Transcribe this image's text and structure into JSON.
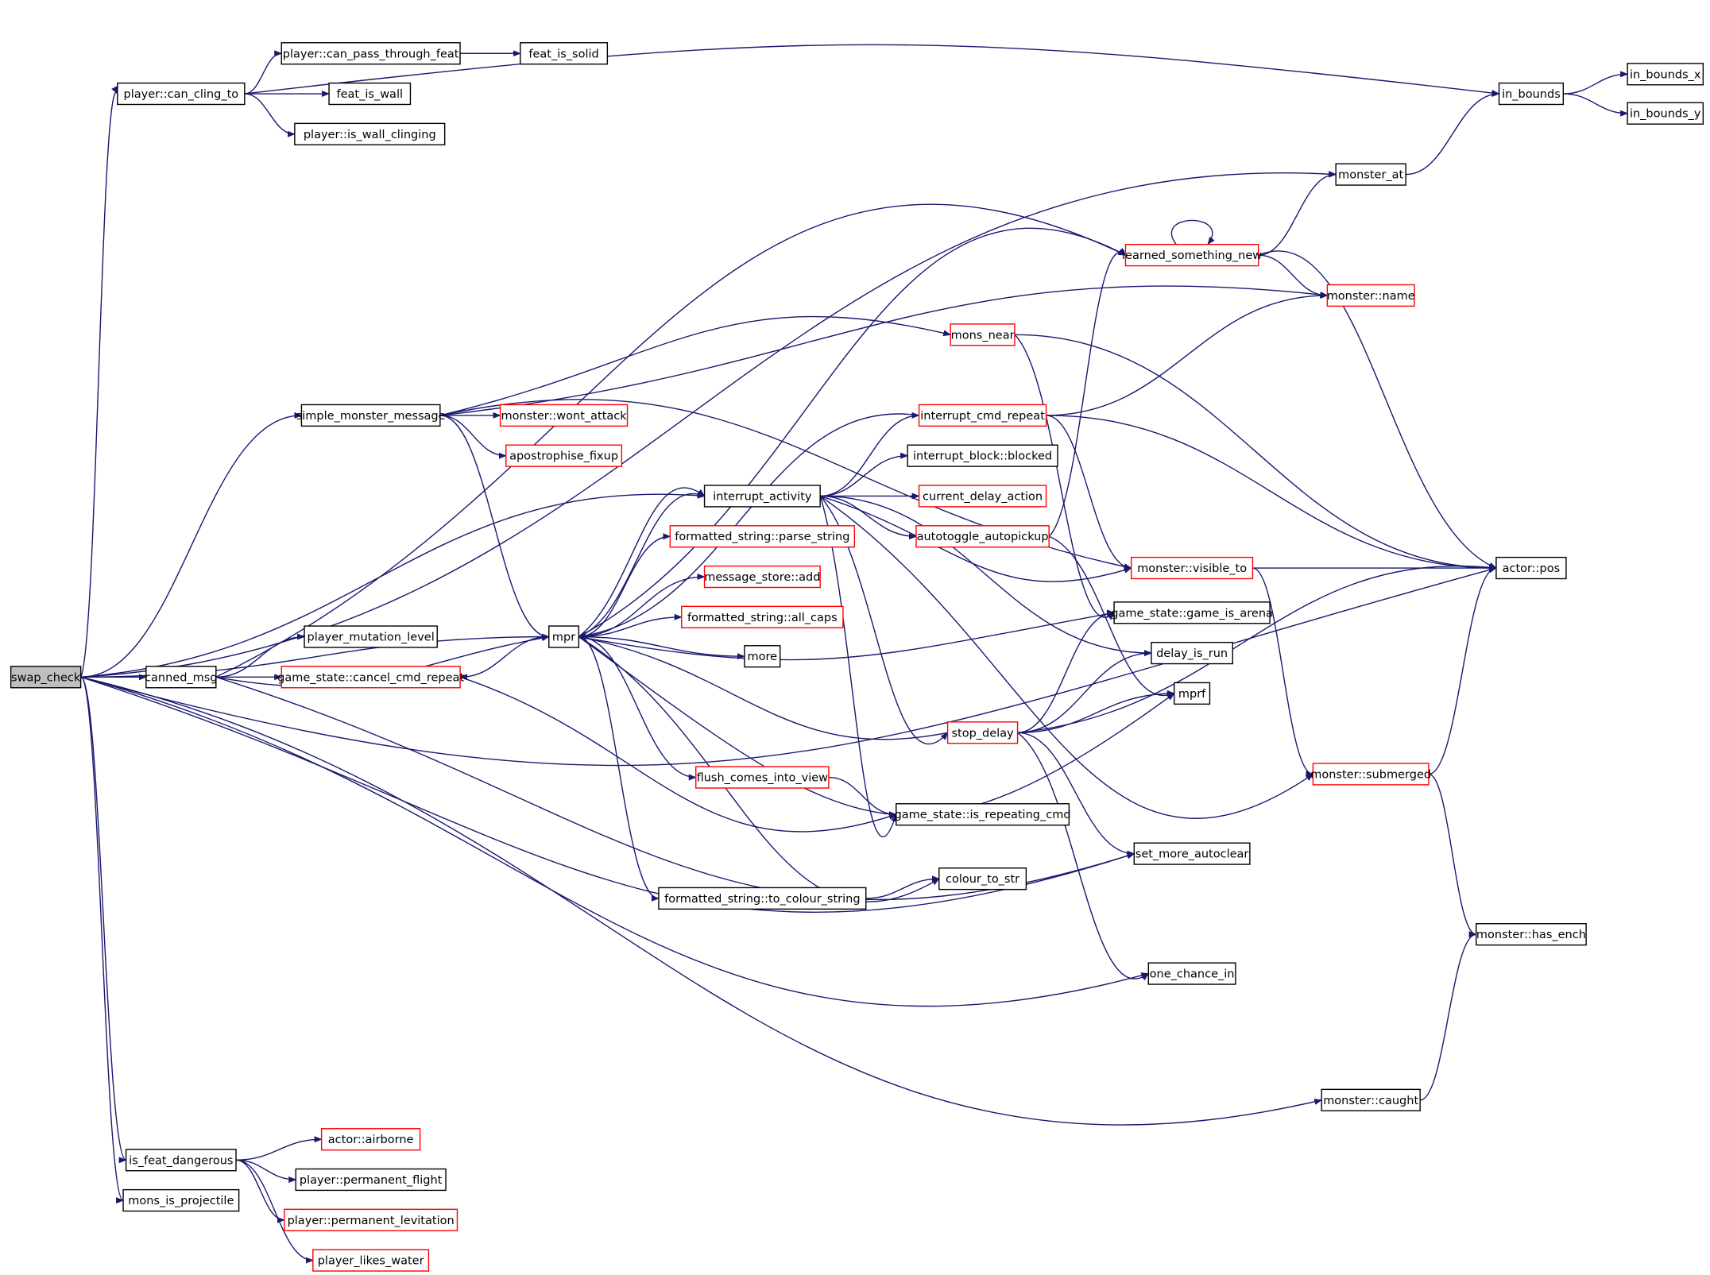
{
  "graph": {
    "root": "swap_check",
    "colors": {
      "edge": "#191970",
      "incomplete_border": "#ff0000",
      "node_border": "#000000",
      "root_fill": "#bfbfbf"
    },
    "nodes": [
      {
        "id": "swap_check",
        "label": "swap_check",
        "style": "root"
      },
      {
        "id": "player_can_cling_to",
        "label": "player::can_cling_to",
        "style": "normal"
      },
      {
        "id": "player_can_pass_through_feat",
        "label": "player::can_pass_through_feat",
        "style": "normal"
      },
      {
        "id": "feat_is_solid",
        "label": "feat_is_solid",
        "style": "normal"
      },
      {
        "id": "feat_is_wall",
        "label": "feat_is_wall",
        "style": "normal"
      },
      {
        "id": "player_is_wall_clinging",
        "label": "player::is_wall_clinging",
        "style": "normal"
      },
      {
        "id": "in_bounds",
        "label": "in_bounds",
        "style": "normal"
      },
      {
        "id": "in_bounds_x",
        "label": "in_bounds_x",
        "style": "normal"
      },
      {
        "id": "in_bounds_y",
        "label": "in_bounds_y",
        "style": "normal"
      },
      {
        "id": "monster_at",
        "label": "monster_at",
        "style": "normal"
      },
      {
        "id": "learned_something_new",
        "label": "learned_something_new",
        "style": "red"
      },
      {
        "id": "monster_name",
        "label": "monster::name",
        "style": "red"
      },
      {
        "id": "mons_near",
        "label": "mons_near",
        "style": "red"
      },
      {
        "id": "simple_monster_message",
        "label": "simple_monster_message",
        "style": "normal"
      },
      {
        "id": "monster_wont_attack",
        "label": "monster::wont_attack",
        "style": "red"
      },
      {
        "id": "apostrophise_fixup",
        "label": "apostrophise_fixup",
        "style": "red"
      },
      {
        "id": "interrupt_cmd_repeat",
        "label": "interrupt_cmd_repeat",
        "style": "red"
      },
      {
        "id": "interrupt_block_blocked",
        "label": "interrupt_block::blocked",
        "style": "normal"
      },
      {
        "id": "interrupt_activity",
        "label": "interrupt_activity",
        "style": "normal"
      },
      {
        "id": "current_delay_action",
        "label": "current_delay_action",
        "style": "red"
      },
      {
        "id": "autotoggle_autopickup",
        "label": "autotoggle_autopickup",
        "style": "red"
      },
      {
        "id": "formatted_string_parse_string",
        "label": "formatted_string::parse_string",
        "style": "red"
      },
      {
        "id": "message_store_add",
        "label": "message_store::add",
        "style": "red"
      },
      {
        "id": "monster_visible_to",
        "label": "monster::visible_to",
        "style": "red"
      },
      {
        "id": "actor_pos",
        "label": "actor::pos",
        "style": "normal"
      },
      {
        "id": "formatted_string_all_caps",
        "label": "formatted_string::all_caps",
        "style": "red"
      },
      {
        "id": "game_state_game_is_arena",
        "label": "game_state::game_is_arena",
        "style": "normal"
      },
      {
        "id": "mpr",
        "label": "mpr",
        "style": "normal"
      },
      {
        "id": "player_mutation_level",
        "label": "player_mutation_level",
        "style": "normal"
      },
      {
        "id": "delay_is_run",
        "label": "delay_is_run",
        "style": "normal"
      },
      {
        "id": "more",
        "label": "more",
        "style": "normal"
      },
      {
        "id": "canned_msg",
        "label": "canned_msg",
        "style": "normal"
      },
      {
        "id": "game_state_cancel_cmd_repeat",
        "label": "game_state::cancel_cmd_repeat",
        "style": "red"
      },
      {
        "id": "mprf",
        "label": "mprf",
        "style": "normal"
      },
      {
        "id": "stop_delay",
        "label": "stop_delay",
        "style": "red"
      },
      {
        "id": "flush_comes_into_view",
        "label": "flush_comes_into_view",
        "style": "red"
      },
      {
        "id": "monster_submerged",
        "label": "monster::submerged",
        "style": "red"
      },
      {
        "id": "game_state_is_repeating_cmd",
        "label": "game_state::is_repeating_cmd",
        "style": "normal"
      },
      {
        "id": "set_more_autoclear",
        "label": "set_more_autoclear",
        "style": "normal"
      },
      {
        "id": "colour_to_str",
        "label": "colour_to_str",
        "style": "normal"
      },
      {
        "id": "formatted_string_to_colour_string",
        "label": "formatted_string::to_colour_string",
        "style": "normal"
      },
      {
        "id": "monster_has_ench",
        "label": "monster::has_ench",
        "style": "normal"
      },
      {
        "id": "one_chance_in",
        "label": "one_chance_in",
        "style": "normal"
      },
      {
        "id": "monster_caught",
        "label": "monster::caught",
        "style": "normal"
      },
      {
        "id": "is_feat_dangerous",
        "label": "is_feat_dangerous",
        "style": "normal"
      },
      {
        "id": "actor_airborne",
        "label": "actor::airborne",
        "style": "red"
      },
      {
        "id": "player_permanent_flight",
        "label": "player::permanent_flight",
        "style": "normal"
      },
      {
        "id": "mons_is_projectile",
        "label": "mons_is_projectile",
        "style": "normal"
      },
      {
        "id": "player_permanent_levitation",
        "label": "player::permanent_levitation",
        "style": "red"
      },
      {
        "id": "player_likes_water",
        "label": "player_likes_water",
        "style": "red"
      }
    ],
    "edges": [
      [
        "swap_check",
        "player_can_cling_to"
      ],
      [
        "swap_check",
        "monster_at"
      ],
      [
        "swap_check",
        "simple_monster_message"
      ],
      [
        "swap_check",
        "interrupt_activity"
      ],
      [
        "swap_check",
        "mpr"
      ],
      [
        "swap_check",
        "canned_msg"
      ],
      [
        "swap_check",
        "set_more_autoclear"
      ],
      [
        "swap_check",
        "one_chance_in"
      ],
      [
        "swap_check",
        "actor_pos"
      ],
      [
        "swap_check",
        "monster_caught"
      ],
      [
        "swap_check",
        "is_feat_dangerous"
      ],
      [
        "swap_check",
        "mons_is_projectile"
      ],
      [
        "player_can_cling_to",
        "player_can_pass_through_feat"
      ],
      [
        "player_can_cling_to",
        "feat_is_wall"
      ],
      [
        "player_can_cling_to",
        "player_is_wall_clinging"
      ],
      [
        "player_can_cling_to",
        "in_bounds"
      ],
      [
        "player_can_pass_through_feat",
        "feat_is_solid"
      ],
      [
        "in_bounds",
        "in_bounds_x"
      ],
      [
        "in_bounds",
        "in_bounds_y"
      ],
      [
        "monster_at",
        "in_bounds"
      ],
      [
        "learned_something_new",
        "monster_at"
      ],
      [
        "learned_something_new",
        "monster_name"
      ],
      [
        "learned_something_new",
        "actor_pos"
      ],
      [
        "learned_something_new",
        "learned_something_new"
      ],
      [
        "simple_monster_message",
        "mons_near"
      ],
      [
        "simple_monster_message",
        "monster_name"
      ],
      [
        "simple_monster_message",
        "monster_wont_attack"
      ],
      [
        "simple_monster_message",
        "apostrophise_fixup"
      ],
      [
        "simple_monster_message",
        "monster_visible_to"
      ],
      [
        "simple_monster_message",
        "mpr"
      ],
      [
        "mons_near",
        "actor_pos"
      ],
      [
        "mons_near",
        "game_state_game_is_arena"
      ],
      [
        "interrupt_cmd_repeat",
        "monster_name"
      ],
      [
        "interrupt_cmd_repeat",
        "actor_pos"
      ],
      [
        "interrupt_cmd_repeat",
        "monster_visible_to"
      ],
      [
        "interrupt_cmd_repeat",
        "mpr"
      ],
      [
        "interrupt_activity",
        "interrupt_cmd_repeat"
      ],
      [
        "interrupt_activity",
        "interrupt_block_blocked"
      ],
      [
        "interrupt_activity",
        "current_delay_action"
      ],
      [
        "interrupt_activity",
        "autotoggle_autopickup"
      ],
      [
        "interrupt_activity",
        "monster_visible_to"
      ],
      [
        "interrupt_activity",
        "delay_is_run"
      ],
      [
        "interrupt_activity",
        "stop_delay"
      ],
      [
        "interrupt_activity",
        "monster_submerged"
      ],
      [
        "interrupt_activity",
        "game_state_is_repeating_cmd"
      ],
      [
        "interrupt_activity",
        "mpr"
      ],
      [
        "autotoggle_autopickup",
        "learned_something_new"
      ],
      [
        "autotoggle_autopickup",
        "mprf"
      ],
      [
        "monster_visible_to",
        "actor_pos"
      ],
      [
        "monster_visible_to",
        "monster_submerged"
      ],
      [
        "mpr",
        "learned_something_new"
      ],
      [
        "mpr",
        "interrupt_activity"
      ],
      [
        "mpr",
        "formatted_string_parse_string"
      ],
      [
        "mpr",
        "message_store_add"
      ],
      [
        "mpr",
        "formatted_string_all_caps"
      ],
      [
        "mpr",
        "more"
      ],
      [
        "mpr",
        "game_state_game_is_arena"
      ],
      [
        "mpr",
        "game_state_cancel_cmd_repeat"
      ],
      [
        "mpr",
        "flush_comes_into_view"
      ],
      [
        "mpr",
        "formatted_string_to_colour_string"
      ],
      [
        "mpr",
        "colour_to_str"
      ],
      [
        "mpr",
        "mprf"
      ],
      [
        "canned_msg",
        "player_mutation_level"
      ],
      [
        "canned_msg",
        "game_state_cancel_cmd_repeat"
      ],
      [
        "canned_msg",
        "mpr"
      ],
      [
        "canned_msg",
        "learned_something_new"
      ],
      [
        "canned_msg",
        "set_more_autoclear"
      ],
      [
        "game_state_cancel_cmd_repeat",
        "game_state_is_repeating_cmd"
      ],
      [
        "stop_delay",
        "mpr"
      ],
      [
        "stop_delay",
        "game_state_game_is_arena"
      ],
      [
        "stop_delay",
        "delay_is_run"
      ],
      [
        "stop_delay",
        "mprf"
      ],
      [
        "stop_delay",
        "actor_pos"
      ],
      [
        "stop_delay",
        "set_more_autoclear"
      ],
      [
        "stop_delay",
        "one_chance_in"
      ],
      [
        "flush_comes_into_view",
        "game_state_is_repeating_cmd"
      ],
      [
        "monster_submerged",
        "actor_pos"
      ],
      [
        "monster_submerged",
        "monster_has_ench"
      ],
      [
        "formatted_string_to_colour_string",
        "colour_to_str"
      ],
      [
        "monster_caught",
        "monster_has_ench"
      ],
      [
        "is_feat_dangerous",
        "actor_airborne"
      ],
      [
        "is_feat_dangerous",
        "player_permanent_flight"
      ],
      [
        "is_feat_dangerous",
        "player_permanent_levitation"
      ],
      [
        "is_feat_dangerous",
        "player_likes_water"
      ]
    ]
  }
}
